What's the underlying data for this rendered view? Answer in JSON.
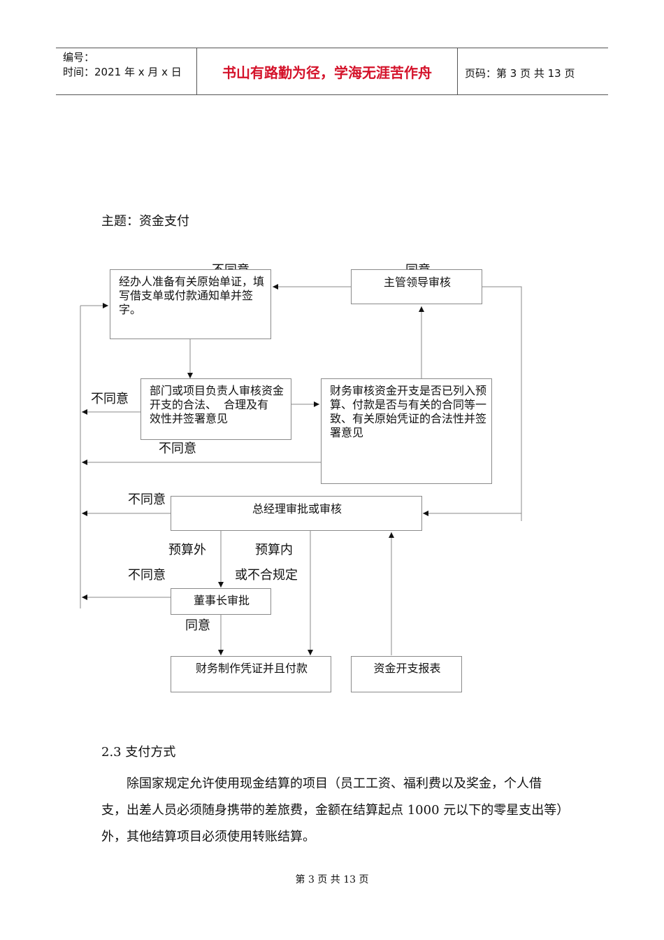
{
  "header": {
    "number_label": "编号：",
    "time_label": "时间：2021 年 x 月 x 日",
    "motto": "书山有路勤为径，学海无涯苦作舟",
    "page_info": "页码：第 3 页  共 13 页"
  },
  "subject": "主题：资金支付",
  "flowchart": {
    "box_prepare": "经办人准备有关原始单证，填写借支单或付款通知单并签字。",
    "box_supervisor": "主管领导审核",
    "box_department": "部门或项目负责人审核资金开支的合法、  合理及有      效性并签署意见",
    "box_finance_review": "财务审核资金开支是否已列入预算、付款是否与有关的合同等一致、有关原始凭证的合法性并签署意见",
    "box_gm": "总经理审批或审核",
    "box_chairman": "董事长审批",
    "box_voucher": "财务制作凭证并且付款",
    "box_report": "资金开支报表",
    "label_disagree_top": "不同意",
    "label_agree_top": "同意",
    "label_disagree_1": "不同意",
    "label_disagree_2": "不同意",
    "label_disagree_3": "不同意",
    "label_disagree_4": "不同意",
    "label_out_budget": "预算外",
    "label_in_budget": "预算内",
    "label_noncompliant": "或不合规定",
    "label_agree_bottom": "同意"
  },
  "section": {
    "heading": "2.3 支付方式",
    "paragraph": "除国家规定允许使用现金结算的项目（员工工资、福利费以及奖金，个人借支，出差人员必须随身携带的差旅费，金额在结算起点 1000 元以下的零星支出等）外，其他结算项目必须使用转账结算。"
  },
  "footer": {
    "page_number": "第 3 页 共 13 页"
  }
}
